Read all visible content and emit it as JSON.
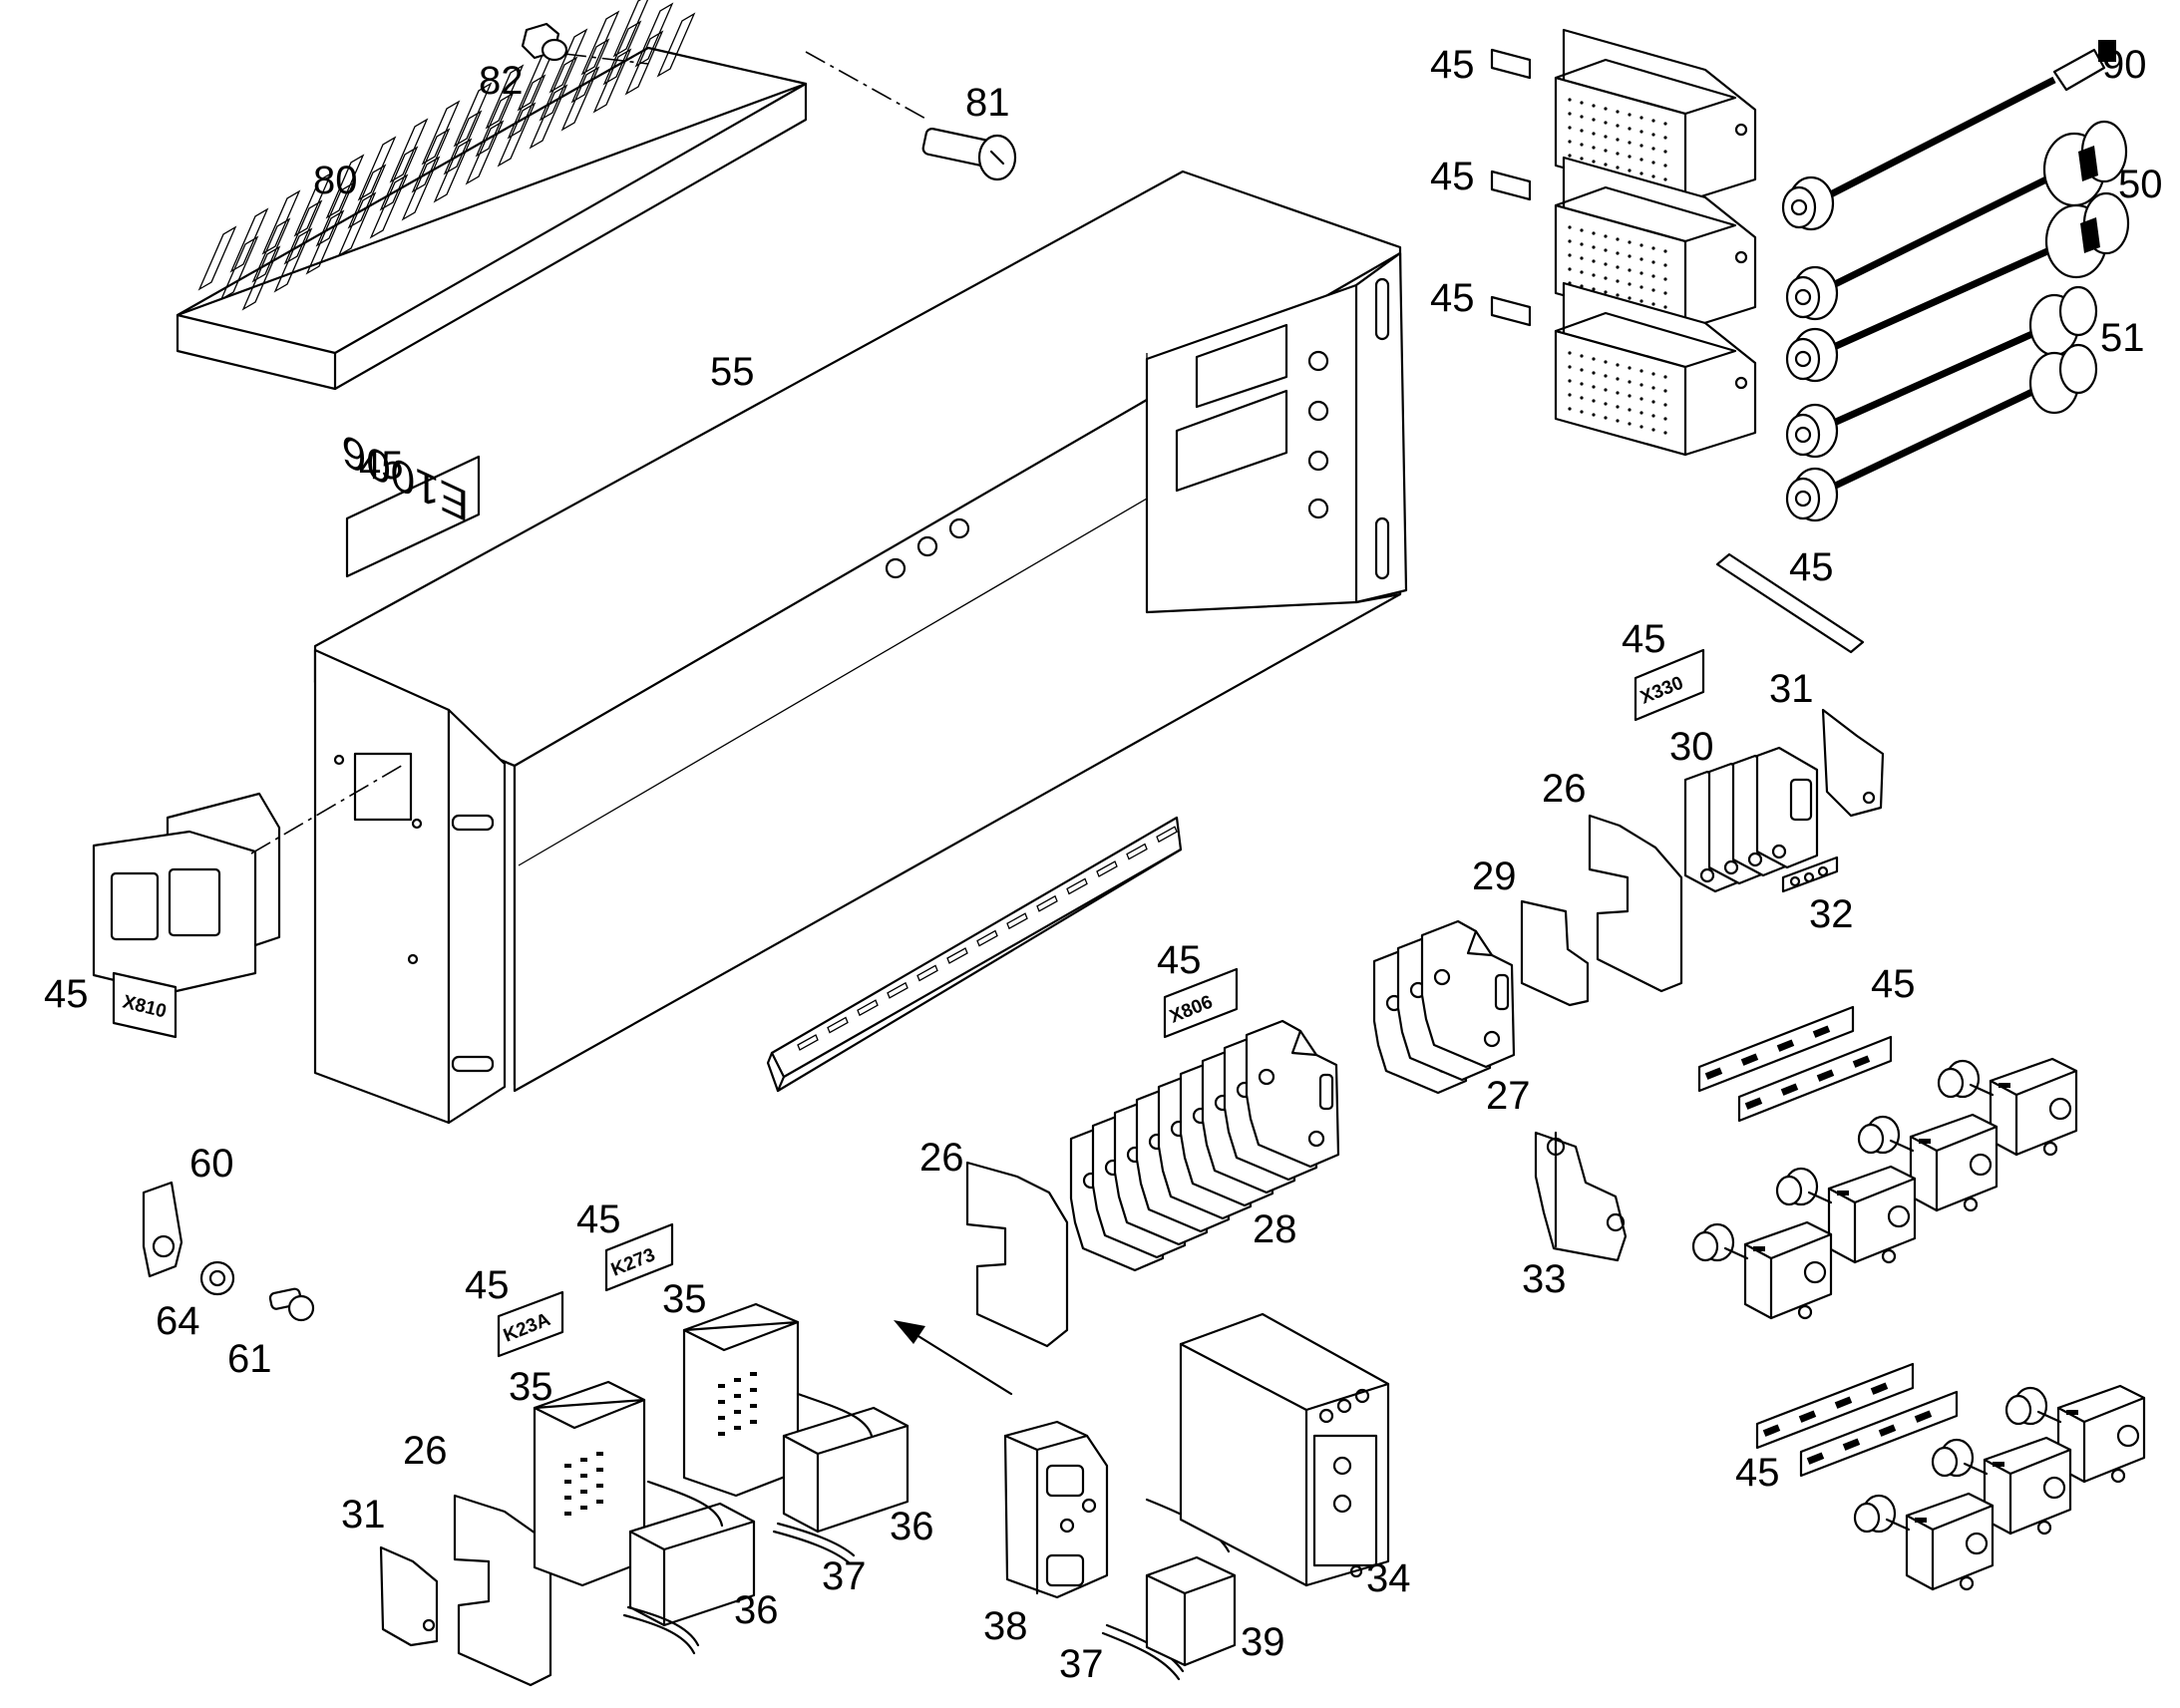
{
  "callouts": {
    "c80": "80",
    "c81": "81",
    "c82": "82",
    "c55": "55",
    "c45_e1006": "45",
    "c45_x810": "45",
    "c60": "60",
    "c64": "64",
    "c61": "61",
    "c45_top1": "45",
    "c45_top2": "45",
    "c45_top3": "45",
    "c90": "90",
    "c50": "50",
    "c51": "51",
    "c45_strip": "45",
    "c45_x330": "45",
    "c31_top": "31",
    "c30": "30",
    "c26_top": "26",
    "c29": "29",
    "c32": "32",
    "c45_x806": "45",
    "c27": "27",
    "c45_right1": "45",
    "c26_mid": "26",
    "c28": "28",
    "c33": "33",
    "c45_k273": "45",
    "c45_k23a": "45",
    "c35_a": "35",
    "c35_b": "35",
    "c26_bot": "26",
    "c31_bot": "31",
    "c36_a": "36",
    "c36_b": "36",
    "c37_a": "37",
    "c37_b": "37",
    "c38": "38",
    "c39": "39",
    "c34": "34",
    "c45_right2": "45"
  },
  "plates": {
    "e1006": "E1006",
    "x810": "X810",
    "x806": "X806",
    "x330": "X330",
    "k273": "K273",
    "k23a": "K23A"
  }
}
